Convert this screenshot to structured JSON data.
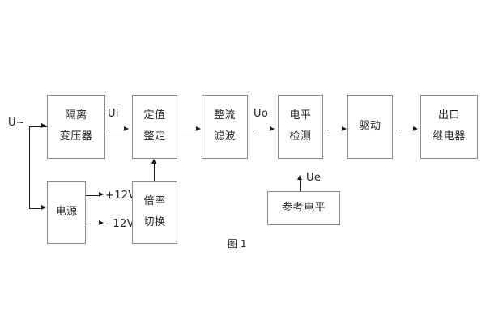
{
  "figure": {
    "caption": "图 1",
    "title_text": "图 1"
  },
  "blocks": {
    "isolation_transformer": {
      "line1": "隔离",
      "line2": "变压器"
    },
    "power_supply": {
      "line1": "电源"
    },
    "setting_value": {
      "line1": "定值",
      "line2": "整定"
    },
    "multiplier_switch": {
      "line1": "倍率",
      "line2": "切换"
    },
    "rectify_filter": {
      "line1": "整流",
      "line2": "滤波"
    },
    "level_detection": {
      "line1": "电平",
      "line2": "检测"
    },
    "reference_level": {
      "line1": "参考电平"
    },
    "driver": {
      "line1": "驱动"
    },
    "output_relay": {
      "line1": "出口",
      "line2": "继电器"
    }
  },
  "signals": {
    "input_source": "U~",
    "ui": "Ui",
    "uo": "Uo",
    "ue": "Ue",
    "rail_positive": "+12V",
    "rail_negative": "- 12V"
  },
  "colors": {
    "box_border": "#8a8a8a",
    "line": "#1a1a1a",
    "text": "#231f20",
    "background": "#ffffff"
  }
}
